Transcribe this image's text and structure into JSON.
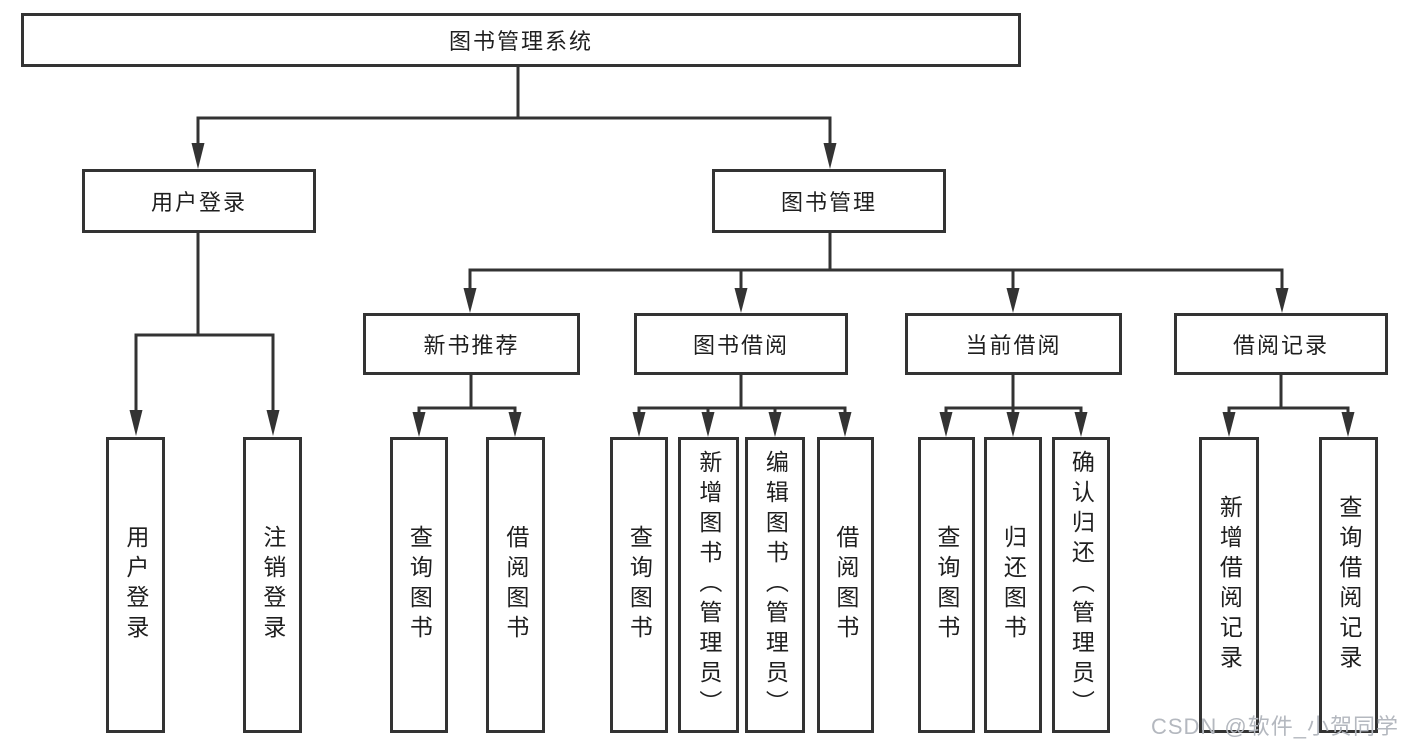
{
  "diagram": {
    "root": {
      "label": "图书管理系统"
    },
    "branches": [
      {
        "label": "用户登录",
        "leaves": [
          {
            "label": "用户登录"
          },
          {
            "label": "注销登录"
          }
        ]
      },
      {
        "label": "图书管理",
        "groups": [
          {
            "label": "新书推荐",
            "leaves": [
              {
                "label": "查询图书"
              },
              {
                "label": "借阅图书"
              }
            ]
          },
          {
            "label": "图书借阅",
            "leaves": [
              {
                "label": "查询图书"
              },
              {
                "label": "新增图书（管理员）"
              },
              {
                "label": "编辑图书（管理员）"
              },
              {
                "label": "借阅图书"
              }
            ]
          },
          {
            "label": "当前借阅",
            "leaves": [
              {
                "label": "查询图书"
              },
              {
                "label": "归还图书"
              },
              {
                "label": "确认归还（管理员）"
              }
            ]
          },
          {
            "label": "借阅记录",
            "leaves": [
              {
                "label": "新增借阅记录"
              },
              {
                "label": "查询借阅记录"
              }
            ]
          }
        ]
      }
    ]
  },
  "watermark": {
    "text": "CSDN @软件_小贺同学"
  },
  "colors": {
    "line": "#333333",
    "border": "#333333",
    "fill": "#ffffff",
    "text": "#1f1f1f",
    "background": "#ffffff",
    "watermark": "#b4b8bf"
  }
}
